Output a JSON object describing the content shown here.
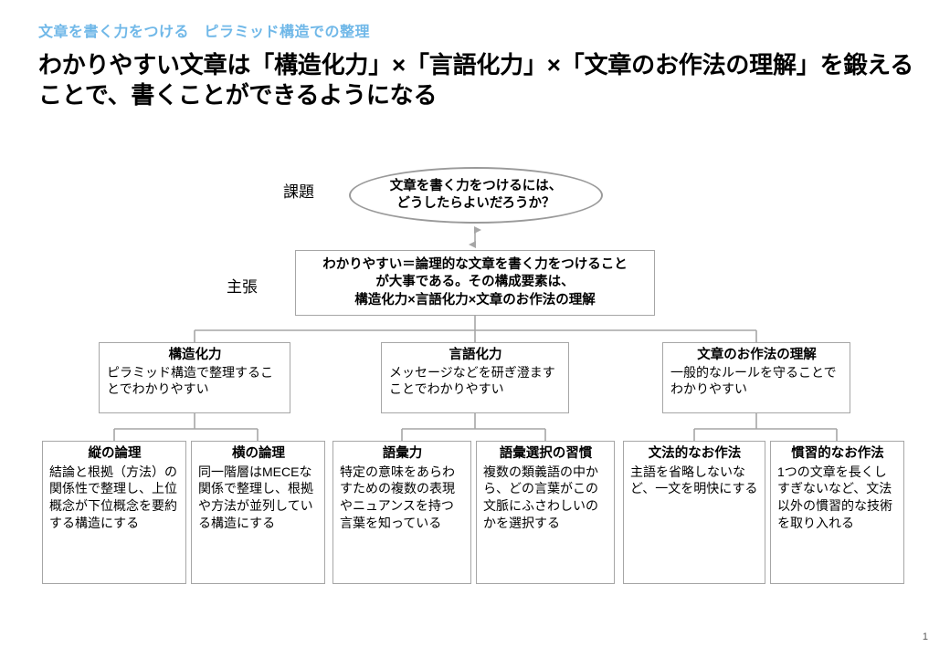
{
  "header": {
    "eyebrow": "文章を書く力をつける　ピラミッド構造での整理",
    "eyebrow_color": "#70b8e8",
    "title": "わかりやすい文章は「構造化力」×「言語化力」×「文章のお作法の理解」を鍛えることで、書くことができるようになる"
  },
  "page_number": "1",
  "diagram": {
    "tier_labels": {
      "issue": "課題",
      "claim": "主張"
    },
    "issue": {
      "shape": "ellipse",
      "text": "文章を書く力をつけるには、\nどうしたらよいだろうか？"
    },
    "claim": {
      "shape": "rect",
      "text": "わかりやすい＝論理的な文章を書く力をつけること\nが大事である。その構成要素は、\n構造化力×言語化力×文章のお作法の理解"
    },
    "connector_color": "#a6a6a6",
    "pillars": [
      {
        "title": "構造化力",
        "body": "ピラミッド構造で整理することでわかりやすい"
      },
      {
        "title": "言語化力",
        "body": "メッセージなどを研ぎ澄ますことでわかりやすい"
      },
      {
        "title": "文章のお作法の理解",
        "body": "一般的なルールを守ることでわかりやすい"
      }
    ],
    "leaves": [
      {
        "title": "縦の論理",
        "body": "結論と根拠（方法）の関係性で整理し、上位概念が下位概念を要約する構造にする"
      },
      {
        "title": "横の論理",
        "body": "同一階層はMECEな関係で整理し、根拠や方法が並列している構造にする"
      },
      {
        "title": "語彙力",
        "body": "特定の意味をあらわすための複数の表現やニュアンスを持つ言葉を知っている"
      },
      {
        "title": "語彙選択の習慣",
        "body": "複数の類義語の中から、どの言葉がこの文脈にふさわしいのかを選択する"
      },
      {
        "title": "文法的なお作法",
        "body": "主語を省略しないなど、一文を明快にする"
      },
      {
        "title": "慣習的なお作法",
        "body": "1つの文章を長くしすぎないなど、文法以外の慣習的な技術を取り入れる"
      }
    ]
  }
}
